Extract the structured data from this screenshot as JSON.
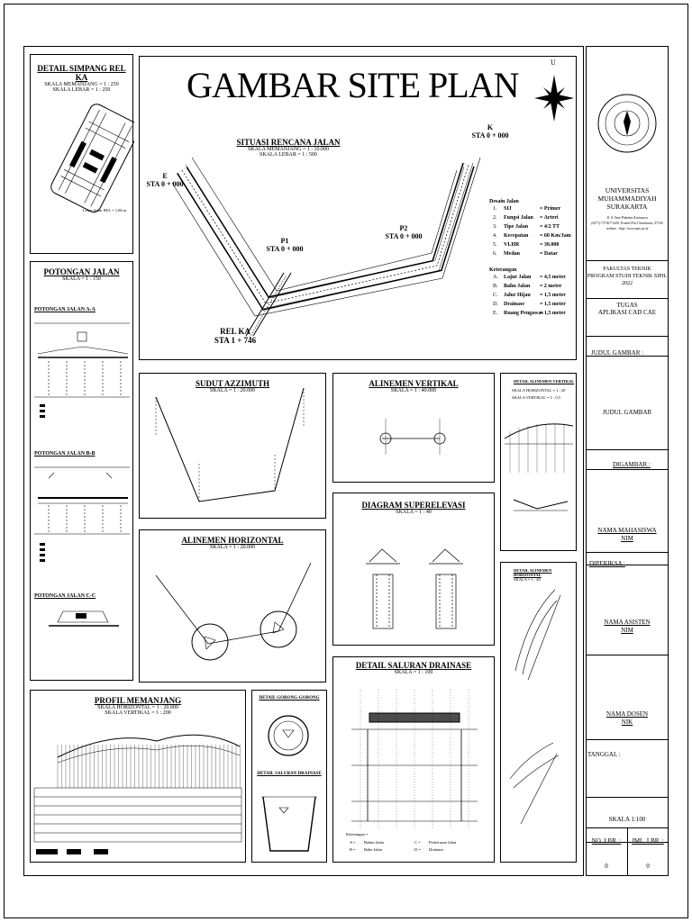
{
  "sheet": {
    "main_title": "GAMBAR SITE PLAN",
    "north_letter": "U"
  },
  "simpang": {
    "title": "DETAIL SIMPANG REL KA",
    "scale_long": "SKALA MEMANJANG = 1 : 250",
    "scale_wide": "SKALA LEBAR = 1 : 250",
    "note": "Lebar Antar REL = 1,86 m"
  },
  "situasi": {
    "title": "SITUASI RENCANA JALAN",
    "scale_long": "SKALA MEMANJANG = 1 : 10.000",
    "scale_wide": "SKALA LEBAR = 1 : 500",
    "points": [
      {
        "name": "E",
        "sta": "STA 0 + 000"
      },
      {
        "name": "P1",
        "sta": "STA 0 + 000"
      },
      {
        "name": "P2",
        "sta": "STA 0 + 000"
      },
      {
        "name": "K",
        "sta": "STA 0 + 000"
      },
      {
        "name": "REL KA",
        "sta": "STA 1 + 746"
      }
    ]
  },
  "desain": {
    "heading": "Desain Jalan",
    "rows": [
      {
        "no": "1.",
        "label": "SIJ",
        "value": "= Primer"
      },
      {
        "no": "2.",
        "label": "Fungsi Jalan",
        "value": "= Arteri"
      },
      {
        "no": "3.",
        "label": "Tipe Jalan",
        "value": "= 4/2 TT"
      },
      {
        "no": "4.",
        "label": "Kecepatan",
        "value": "= 60 Km/Jam"
      },
      {
        "no": "5.",
        "label": "VLHR",
        "value": "= 30.000"
      },
      {
        "no": "6.",
        "label": "Medan",
        "value": "= Datar"
      }
    ]
  },
  "keterangan": {
    "heading": "Keterangan",
    "rows": [
      {
        "no": "A.",
        "label": "Lajur Jalan",
        "value": "= 4,5 meter"
      },
      {
        "no": "B.",
        "label": "Bahu Jalan",
        "value": "= 2 meter"
      },
      {
        "no": "C.",
        "label": "Jalur Hijau",
        "value": "= 1,5 meter"
      },
      {
        "no": "D.",
        "label": "Drainase",
        "value": "= 1,5 meter"
      },
      {
        "no": "E.",
        "label": "Ruang Pengawas",
        "value": "= 1,5 meter"
      }
    ]
  },
  "potongan": {
    "title": "POTONGAN JALAN",
    "scale": "SKALA = 1 : 150",
    "a": "POTONGAN JALAN A-A",
    "b": "POTONGAN JALAN B-B",
    "c": "POTONGAN JALAN C-C"
  },
  "azimuth": {
    "title": "SUDUT AZZIMUTH",
    "scale": "SKALA = 1 : 20.000"
  },
  "vertikal": {
    "title": "ALINEMEN VERTIKAL",
    "scale": "SKALA = 1 : 40.000"
  },
  "horizontal": {
    "title": "ALINEMEN HORIZONTAL",
    "scale": "SKALA = 1 : 20.000"
  },
  "superelevasi": {
    "title": "DIAGRAM SUPERELEVASI",
    "scale": "SKALA = 1 : 40"
  },
  "profil": {
    "title": "PROFIL MEMANJANG",
    "scale_h": "SKALA HORIZONTAL = 1 : 20.000",
    "scale_v": "SKALA VERTIKAL = 1 : 200"
  },
  "gorong": {
    "title": "DETAIL GORONG-GORONG",
    "saluran": "DETAIL SALURAN DRAINASE"
  },
  "drainase": {
    "title": "DETAIL SALURAN DRAINASE",
    "scale": "SKALA = 1 : 100",
    "keterangan": "Keterangan =",
    "legend": [
      {
        "k": "A =",
        "v": "Badan Jalan"
      },
      {
        "k": "B =",
        "v": "Bahu Jalan"
      },
      {
        "k": "C =",
        "v": "Perkerasan Jalan"
      },
      {
        "k": "D =",
        "v": "Drainase"
      }
    ]
  },
  "detail_v": {
    "title": "DETAIL ALINEMEN VERTIKAL",
    "scale_h": "SKALA HORIZONTAL = 1 : 20",
    "scale_v": "SKALA VERTIKAL = 1 : 0,5"
  },
  "detail_h": {
    "title": "DETAIL ALINEMEN HORIZONTAL",
    "scale": "SKALA = 1 : 40"
  },
  "titleblock": {
    "univ1": "UNIVERSITAS",
    "univ2": "MUHAMMADIYAH",
    "univ3": "SURAKARTA",
    "addr1": "Jl. A. Yani Pabelan Kartasura",
    "addr2": "(0271) 717417-2201 Tromol Pos I Surakarta, 57102",
    "addr3": "website : http://www.ums.ac.id",
    "fak1": "FAKULTAS TEKNIK",
    "fak2": "PROGRAM STUDI TEKNIK SIPIL",
    "fak3": "2022",
    "tugas1": "TUGAS",
    "tugas2": "APLIKASI CAD CAE",
    "judul_label": "JUDUL GAMBAR :",
    "judul_value": "JUDUL GAMBAR",
    "digambar": "DIGAMBAR :",
    "mhs": "NAMA MAHASISWA",
    "nim": "NIM",
    "diperiksa": "DIPERIKSA :",
    "asisten": "NAMA ASISTEN",
    "nim2": "NIM",
    "dosen": "NAMA DOSEN",
    "nik": "NIK",
    "tanggal": "TANGGAL :",
    "skala": "SKALA   1:100",
    "no_lbr": "NO. LBR. :",
    "jml_lbr": "JML. LBR. :",
    "no_val": "0",
    "jml_val": "0"
  }
}
